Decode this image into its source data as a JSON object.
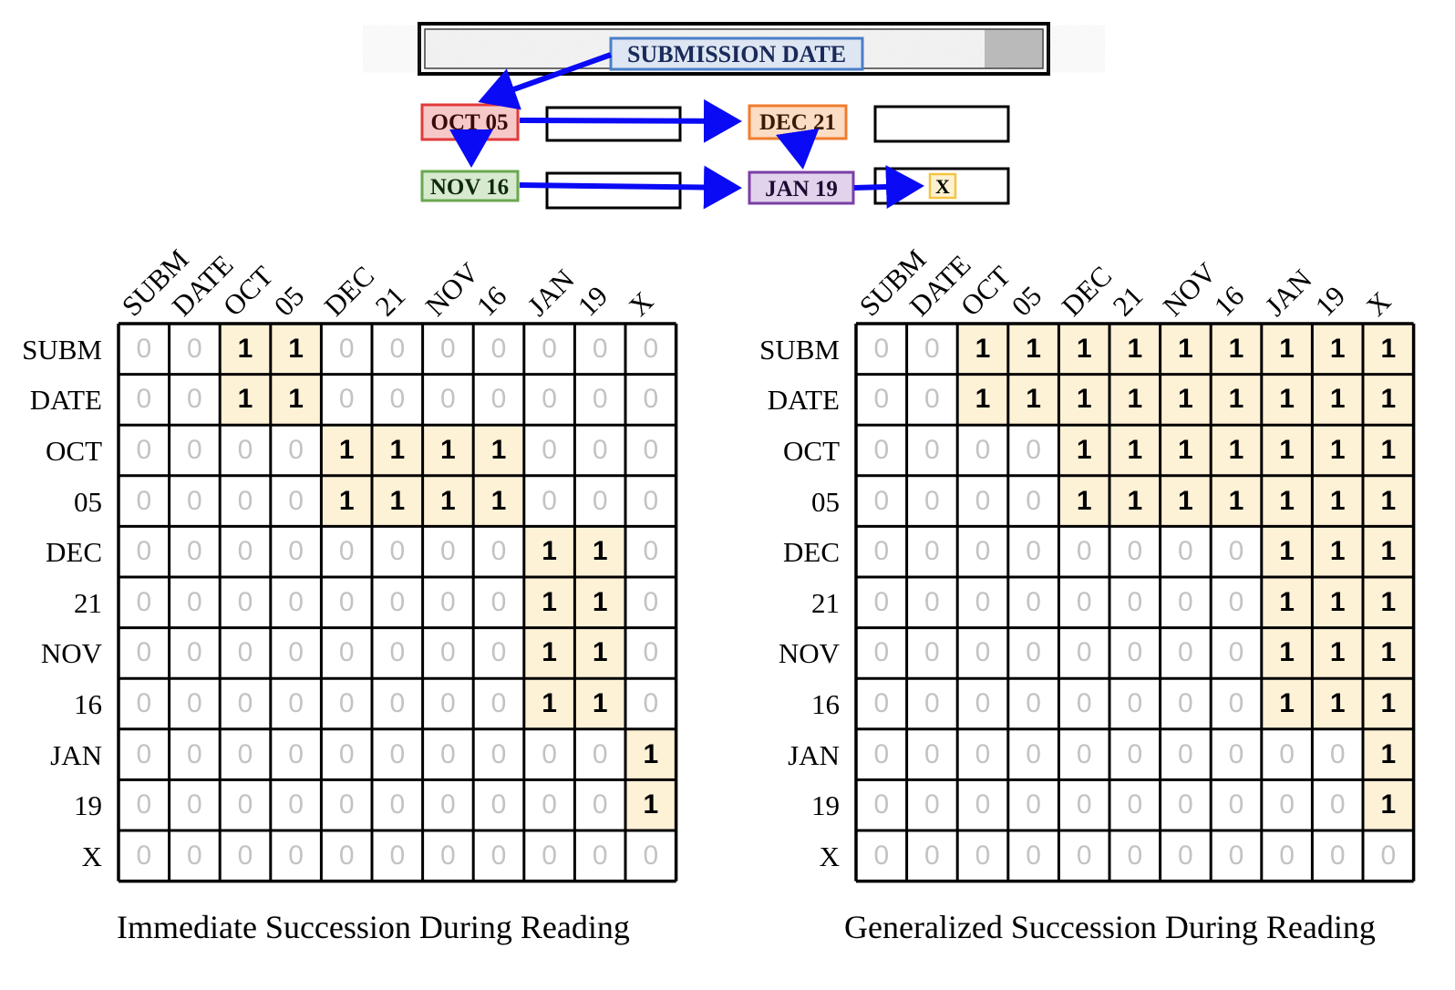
{
  "diagram": {
    "header_box_label": "SUBMISSION DATE",
    "fields": [
      {
        "id": "oct05",
        "label": "OCT 05",
        "color": "#e23a3a",
        "fill": "#f6c9c9"
      },
      {
        "id": "dec21",
        "label": "DEC 21",
        "color": "#ef7d2e",
        "fill": "#fbdcc5"
      },
      {
        "id": "nov16",
        "label": "NOV 16",
        "color": "#6aa84f",
        "fill": "#d7ead0"
      },
      {
        "id": "jan19",
        "label": "JAN 19",
        "color": "#7a3fa6",
        "fill": "#e1d3ec"
      },
      {
        "id": "x",
        "label": "X",
        "color": "#f4c542",
        "fill": "#fdf1cf"
      }
    ],
    "arrow_color": "#0a0af5"
  },
  "tokens": [
    "SUBM",
    "DATE",
    "OCT",
    "05",
    "DEC",
    "21",
    "NOV",
    "16",
    "JAN",
    "19",
    "X"
  ],
  "matrices": [
    {
      "caption": "Immediate Succession During Reading",
      "rows": [
        [
          0,
          0,
          1,
          1,
          0,
          0,
          0,
          0,
          0,
          0,
          0
        ],
        [
          0,
          0,
          1,
          1,
          0,
          0,
          0,
          0,
          0,
          0,
          0
        ],
        [
          0,
          0,
          0,
          0,
          1,
          1,
          1,
          1,
          0,
          0,
          0
        ],
        [
          0,
          0,
          0,
          0,
          1,
          1,
          1,
          1,
          0,
          0,
          0
        ],
        [
          0,
          0,
          0,
          0,
          0,
          0,
          0,
          0,
          1,
          1,
          0
        ],
        [
          0,
          0,
          0,
          0,
          0,
          0,
          0,
          0,
          1,
          1,
          0
        ],
        [
          0,
          0,
          0,
          0,
          0,
          0,
          0,
          0,
          1,
          1,
          0
        ],
        [
          0,
          0,
          0,
          0,
          0,
          0,
          0,
          0,
          1,
          1,
          0
        ],
        [
          0,
          0,
          0,
          0,
          0,
          0,
          0,
          0,
          0,
          0,
          1
        ],
        [
          0,
          0,
          0,
          0,
          0,
          0,
          0,
          0,
          0,
          0,
          1
        ],
        [
          0,
          0,
          0,
          0,
          0,
          0,
          0,
          0,
          0,
          0,
          0
        ]
      ]
    },
    {
      "caption": "Generalized Succession During Reading",
      "rows": [
        [
          0,
          0,
          1,
          1,
          1,
          1,
          1,
          1,
          1,
          1,
          1
        ],
        [
          0,
          0,
          1,
          1,
          1,
          1,
          1,
          1,
          1,
          1,
          1
        ],
        [
          0,
          0,
          0,
          0,
          1,
          1,
          1,
          1,
          1,
          1,
          1
        ],
        [
          0,
          0,
          0,
          0,
          1,
          1,
          1,
          1,
          1,
          1,
          1
        ],
        [
          0,
          0,
          0,
          0,
          0,
          0,
          0,
          0,
          1,
          1,
          1
        ],
        [
          0,
          0,
          0,
          0,
          0,
          0,
          0,
          0,
          1,
          1,
          1
        ],
        [
          0,
          0,
          0,
          0,
          0,
          0,
          0,
          0,
          1,
          1,
          1
        ],
        [
          0,
          0,
          0,
          0,
          0,
          0,
          0,
          0,
          1,
          1,
          1
        ],
        [
          0,
          0,
          0,
          0,
          0,
          0,
          0,
          0,
          0,
          0,
          1
        ],
        [
          0,
          0,
          0,
          0,
          0,
          0,
          0,
          0,
          0,
          0,
          1
        ],
        [
          0,
          0,
          0,
          0,
          0,
          0,
          0,
          0,
          0,
          0,
          0
        ]
      ]
    }
  ],
  "colors": {
    "highlight": "#fdf1d6",
    "zero_text": "#c3c3c3",
    "grid": "#000000"
  }
}
